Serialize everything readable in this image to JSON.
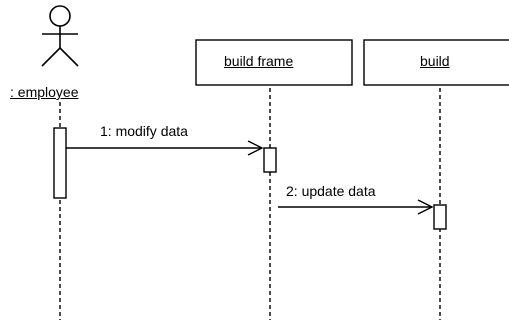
{
  "actor": {
    "name": ": employee"
  },
  "objects": [
    {
      "name": "build frame"
    },
    {
      "name": "build"
    }
  ],
  "messages": [
    {
      "label": "1: modify data"
    },
    {
      "label": "2: update data"
    }
  ]
}
